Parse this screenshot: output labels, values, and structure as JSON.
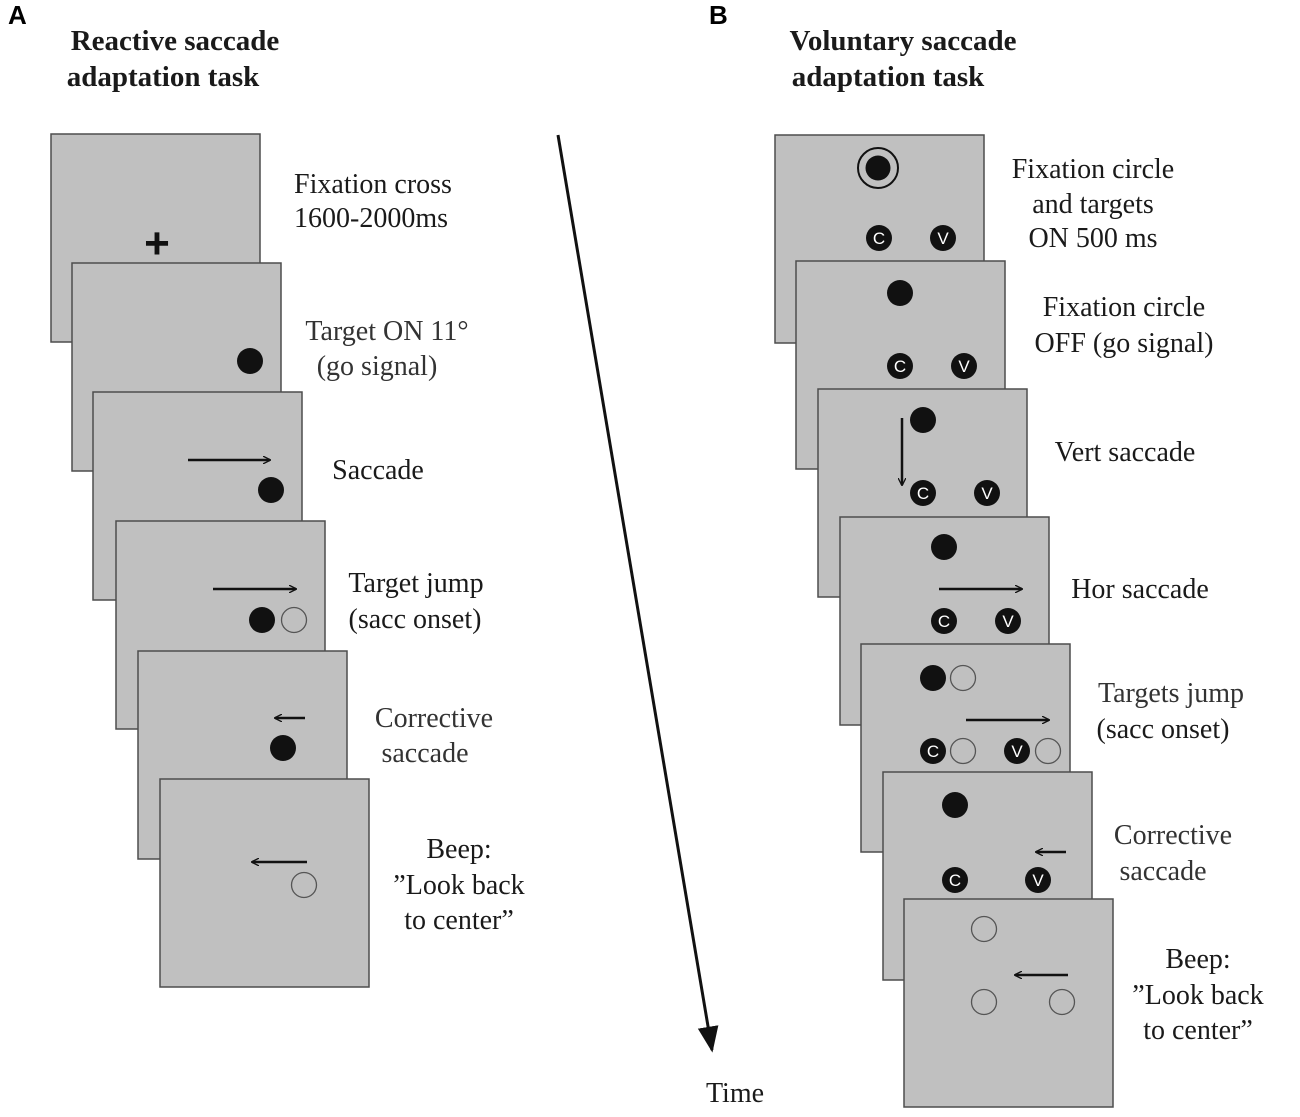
{
  "panel_a": {
    "letter": "A",
    "title_line1": "Reactive saccade",
    "title_line2": "adaptation task",
    "steps": [
      {
        "line1": "Fixation cross",
        "line2": "1600-2000ms"
      },
      {
        "line1": "Target ON 11°",
        "line2": "(go signal)"
      },
      {
        "line1": "Saccade",
        "line2": ""
      },
      {
        "line1": "Target jump",
        "line2": "(sacc onset)"
      },
      {
        "line1": "Corrective",
        "line2": "saccade"
      },
      {
        "line1": "Beep:",
        "line2": "”Look back",
        "line3": "to center”"
      }
    ]
  },
  "panel_b": {
    "letter": "B",
    "title_line1": "Voluntary saccade",
    "title_line2": "adaptation task",
    "steps": [
      {
        "line1": "Fixation circle",
        "line2": "and targets",
        "line3": "ON 500 ms"
      },
      {
        "line1": "Fixation circle",
        "line2": "OFF (go signal)"
      },
      {
        "line1": "Vert saccade",
        "line2": ""
      },
      {
        "line1": "Hor saccade",
        "line2": ""
      },
      {
        "line1": "Targets jump",
        "line2": "(sacc onset)"
      },
      {
        "line1": "Corrective",
        "line2": "saccade"
      },
      {
        "line1": "Beep:",
        "line2": "”Look back",
        "line3": "to center”"
      }
    ]
  },
  "time_axis": {
    "label": "Time"
  },
  "badges": {
    "c": "C",
    "v": "V"
  },
  "fixation_cross_glyph": "+",
  "colors": {
    "screen": "#c0c0c0",
    "target": "#111111"
  }
}
